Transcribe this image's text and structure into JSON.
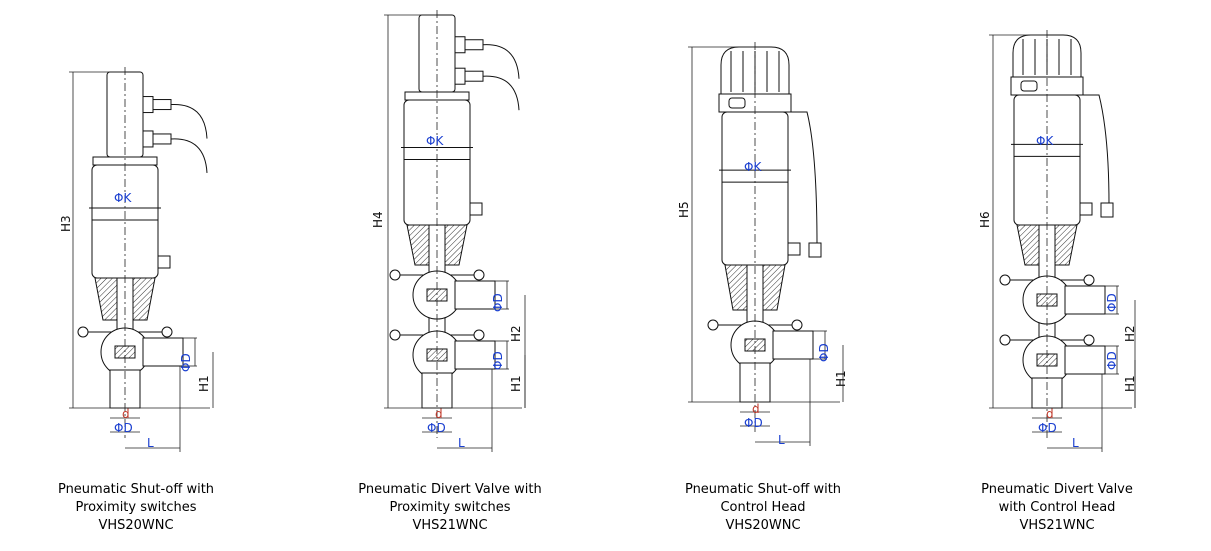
{
  "valves": [
    {
      "type": "shutoff",
      "head": "proximity",
      "caption": [
        "Pneumatic Shut-off with",
        "Proximity switches",
        "VHS20WNC"
      ],
      "labels": {
        "K": "ΦK",
        "H": "H3",
        "D_side": "ΦD",
        "H1": "H1",
        "d": "d",
        "D_bottom": "ΦD",
        "L": "L"
      }
    },
    {
      "type": "divert",
      "head": "proximity",
      "caption": [
        "Pneumatic Divert Valve with",
        "Proximity switches",
        "VHS21WNC"
      ],
      "labels": {
        "K": "ΦK",
        "H": "H4",
        "D_side_upper": "ΦD",
        "H2": "H2",
        "D_side": "ΦD",
        "H1": "H1",
        "d": "d",
        "D_bottom": "ΦD",
        "L": "L"
      }
    },
    {
      "type": "shutoff",
      "head": "control",
      "caption": [
        "Pneumatic Shut-off with",
        "Control Head",
        "VHS20WNC"
      ],
      "labels": {
        "K": "ΦK",
        "H": "H5",
        "D_side": "ΦD",
        "H1": "H1",
        "d": "d",
        "D_bottom": "ΦD",
        "L": "L"
      }
    },
    {
      "type": "divert",
      "head": "control",
      "caption": [
        "Pneumatic Divert Valve",
        "with Control Head",
        "VHS21WNC"
      ],
      "labels": {
        "K": "ΦK",
        "H": "H6",
        "D_side_upper": "ΦD",
        "H2": "H2",
        "D_side": "ΦD",
        "H1": "H1",
        "d": "d",
        "D_bottom": "ΦD",
        "L": "L"
      }
    }
  ]
}
